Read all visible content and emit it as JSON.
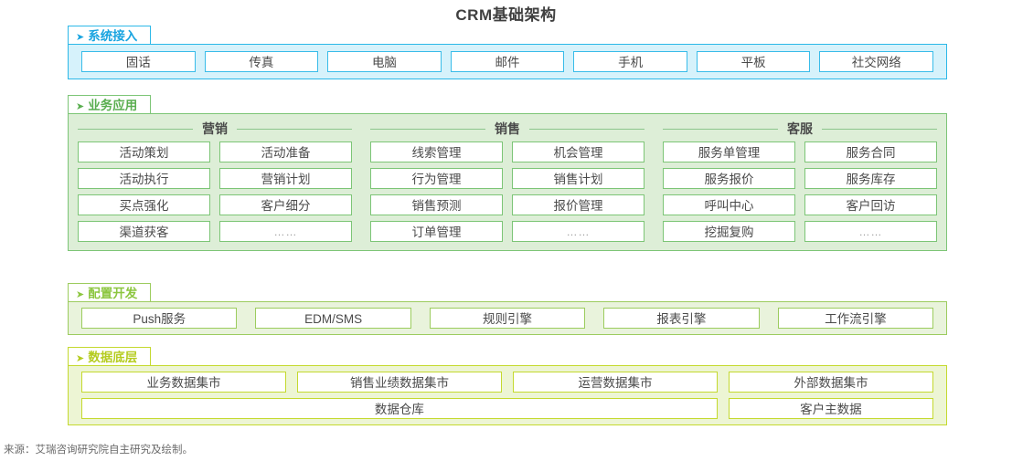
{
  "title": "CRM基础架构",
  "source_note": "来源：艾瑞咨询研究院自主研究及绘制。",
  "top_strip": "",
  "colors": {
    "blue_border": "#2cb8e8",
    "blue_fill": "#d6f2fb",
    "blue_text": "#19a4e0",
    "green_border": "#7cc576",
    "green_fill": "#ddeed7",
    "green_text": "#5aae50",
    "green2_border": "#9ccc5e",
    "green2_fill": "#e9f3dc",
    "green2_text": "#8cc63f",
    "lime_border": "#c4d92e",
    "lime_fill": "#edf5d4",
    "lime_text": "#b5cc1f",
    "cell_text": "#4a4a4a"
  },
  "arrow_glyph": "➤",
  "sections": {
    "access": {
      "label": "系统接入",
      "items": [
        "固话",
        "传真",
        "电脑",
        "邮件",
        "手机",
        "平板",
        "社交网络"
      ]
    },
    "business": {
      "label": "业务应用",
      "groups": [
        {
          "name": "营销",
          "rows": [
            [
              "活动策划",
              "活动准备"
            ],
            [
              "活动执行",
              "营销计划"
            ],
            [
              "买点强化",
              "客户细分"
            ],
            [
              "渠道获客",
              "……"
            ]
          ]
        },
        {
          "name": "销售",
          "rows": [
            [
              "线索管理",
              "机会管理"
            ],
            [
              "行为管理",
              "销售计划"
            ],
            [
              "销售预测",
              "报价管理"
            ],
            [
              "订单管理",
              "……"
            ]
          ]
        },
        {
          "name": "客服",
          "rows": [
            [
              "服务单管理",
              "服务合同"
            ],
            [
              "服务报价",
              "服务库存"
            ],
            [
              "呼叫中心",
              "客户回访"
            ],
            [
              "挖掘复购",
              "……"
            ]
          ]
        }
      ]
    },
    "config": {
      "label": "配置开发",
      "items": [
        "Push服务",
        "EDM/SMS",
        "规则引擎",
        "报表引擎",
        "工作流引擎"
      ]
    },
    "data": {
      "label": "数据底层",
      "row1": [
        "业务数据集市",
        "销售业绩数据集市",
        "运营数据集市",
        "外部数据集市"
      ],
      "row2": [
        "数据仓库",
        "客户主数据"
      ]
    }
  }
}
